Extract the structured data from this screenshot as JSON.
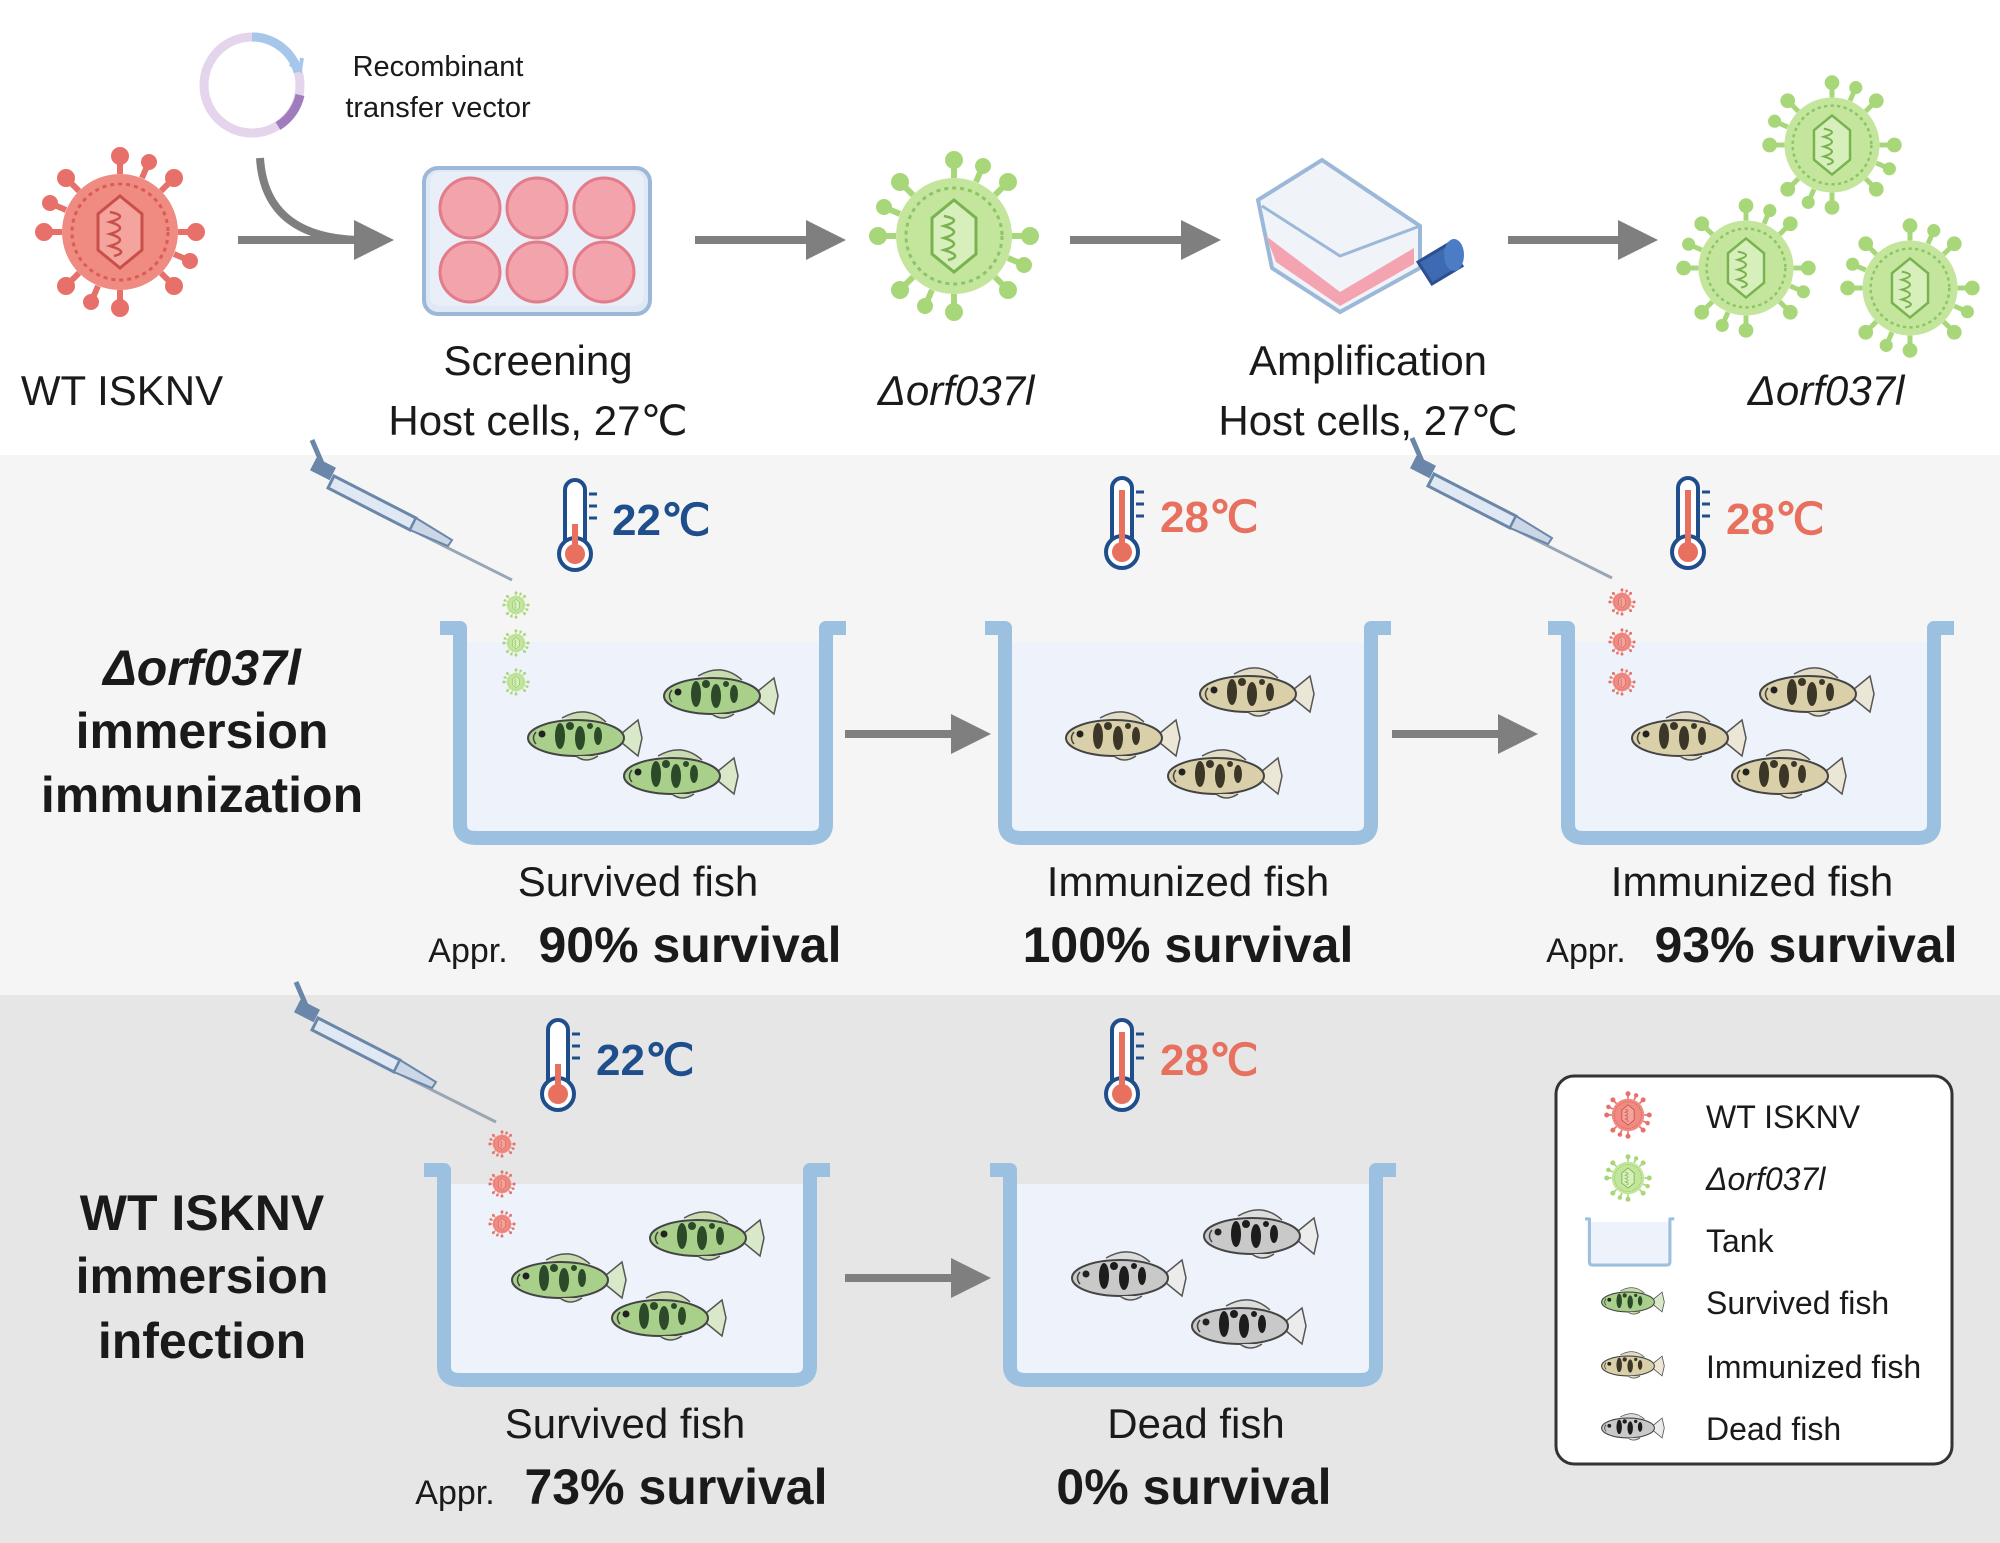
{
  "top": {
    "vector_label_line1": "Recombinant",
    "vector_label_line2": "transfer vector",
    "wt_label": "WT ISKNV",
    "screening_line1": "Screening",
    "screening_line2": "Host cells, 27℃",
    "mutant_label_1": "Δorf037l",
    "amplification_line1": "Amplification",
    "amplification_line2": "Host cells, 27℃",
    "mutant_label_2": "Δorf037l"
  },
  "immunization": {
    "row_title_line1": "Δorf037l",
    "row_title_line2": "immersion",
    "row_title_line3": "immunization",
    "temps": [
      "22℃",
      "28℃",
      "28℃"
    ],
    "fish_labels": [
      "Survived fish",
      "Immunized fish",
      "Immunized fish"
    ],
    "appr": [
      "Appr.",
      "",
      "Appr."
    ],
    "survival": [
      "90% survival",
      "100% survival",
      "93% survival"
    ]
  },
  "infection": {
    "row_title_line1": "WT ISKNV",
    "row_title_line2": "immersion",
    "row_title_line3": "infection",
    "temps": [
      "22℃",
      "28℃"
    ],
    "fish_labels": [
      "Survived fish",
      "Dead fish"
    ],
    "appr": [
      "Appr.",
      ""
    ],
    "survival": [
      "73% survival",
      "0% survival"
    ]
  },
  "legend": {
    "items": [
      "WT ISKNV",
      "Δorf037l",
      "Tank",
      "Survived fish",
      "Immunized fish",
      "Dead fish"
    ]
  },
  "colors": {
    "wt_virus": "#e8706a",
    "mutant_virus": "#b5dc8a",
    "cold": "#1f4e8c",
    "warm": "#e8705e",
    "tank_stroke": "#9cc0e0",
    "tank_water": "#eef3fb",
    "arrow": "#7f7f7f",
    "row1_bg": "#f5f5f5",
    "row2_bg": "#e6e6e6"
  }
}
